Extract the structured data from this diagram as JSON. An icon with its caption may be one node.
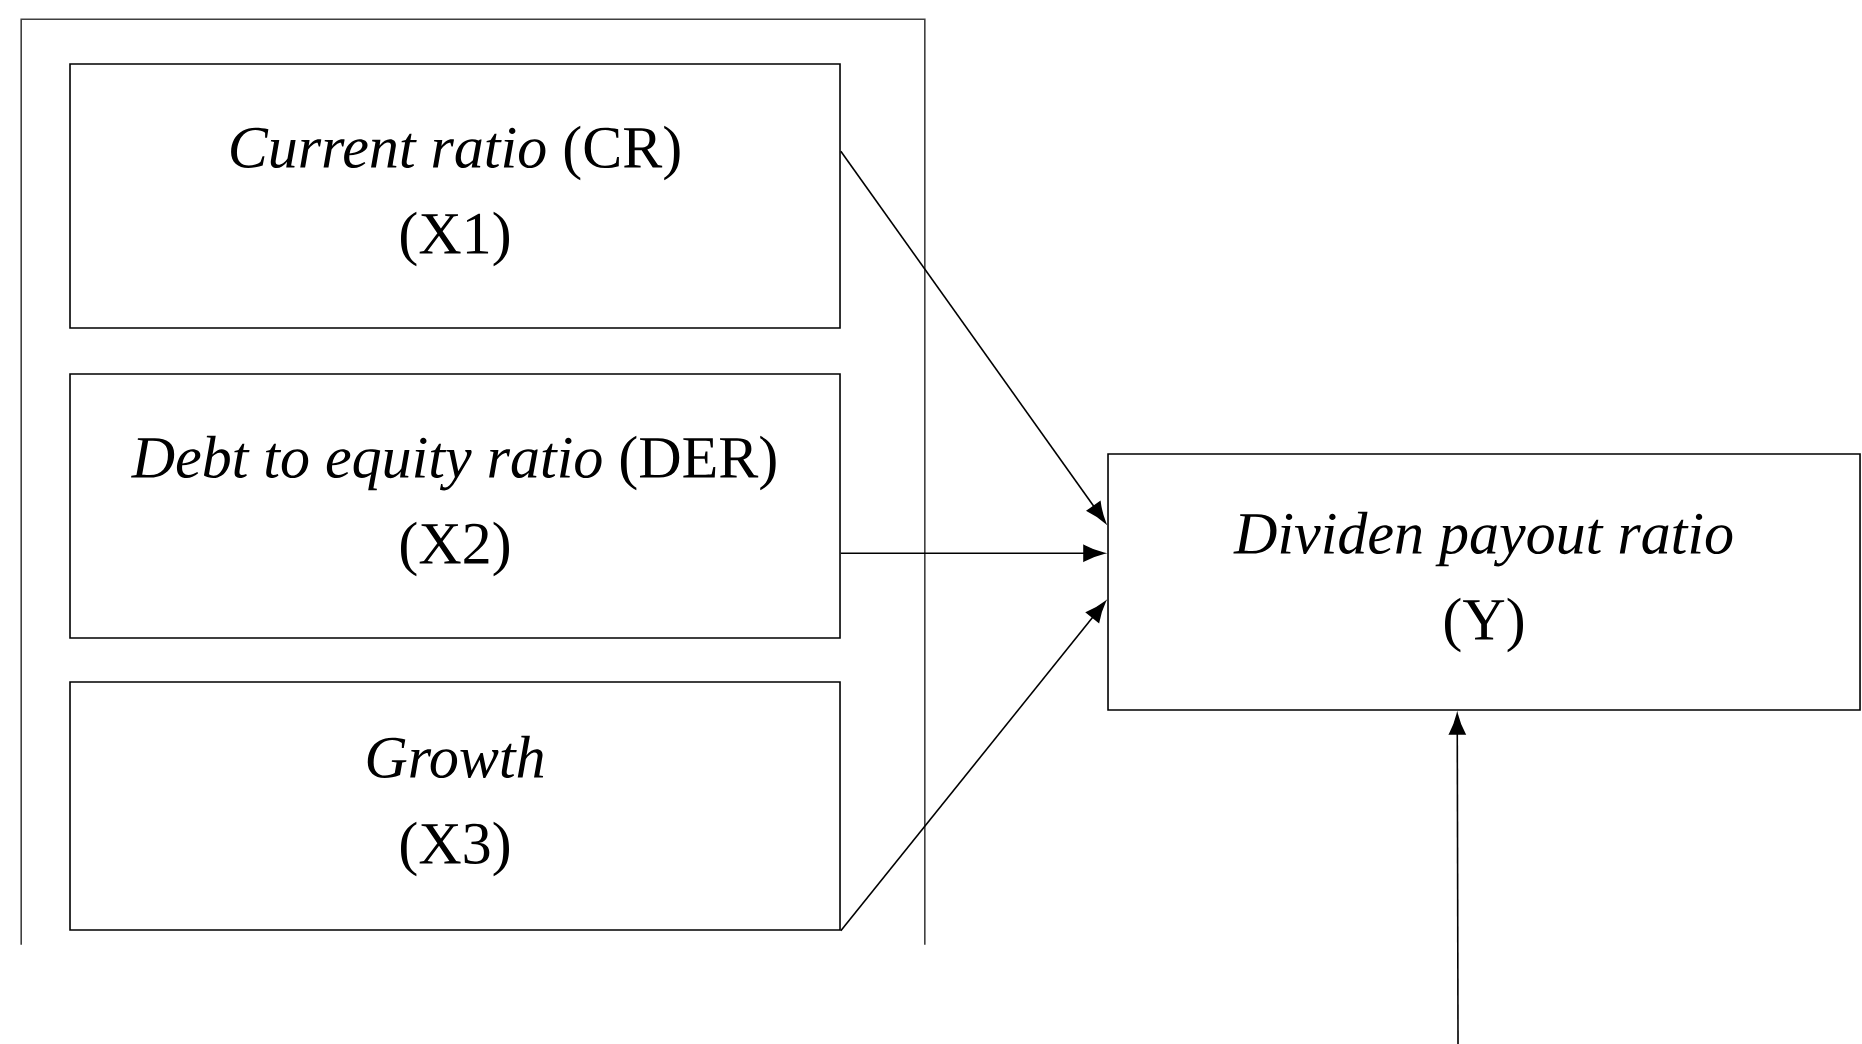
{
  "diagram": {
    "nodes": [
      {
        "text": [],
        "shape": "box"
      },
      {
        "text": [
          "*Current ratio* (CR) (X1)"
        ],
        "in": 0
      },
      {
        "text": [
          "*Debt to equity ratio* (DER) (X2)"
        ],
        "in": 0
      },
      {
        "text": [
          "*Growth* (X3)"
        ],
        "in": 0
      },
      {
        "text": [
          "*Dividen payout ratio* (Y)"
        ]
      }
    ],
    "edges": [
      {
        "from": 1,
        "to": 4,
        "arrow": "to"
      },
      {
        "from": 2,
        "to": 4,
        "arrow": "to"
      },
      {
        "from": 3,
        "to": 4,
        "arrow": "to"
      },
      {
        "from": null,
        "to": 4,
        "arrow": "to"
      }
    ]
  }
}
